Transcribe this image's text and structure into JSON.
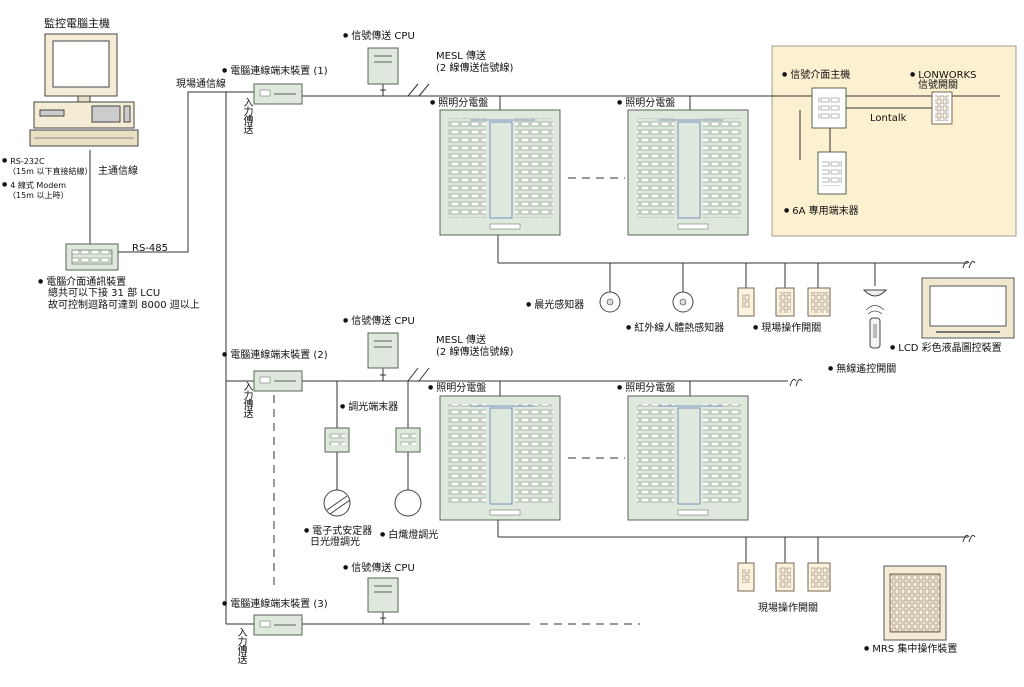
{
  "labels": {
    "host_title": "監控電腦主機",
    "rs232c": "RS-232C",
    "rs232c_note": "（15m 以下直接結線）",
    "modem": "4 線式 Modem",
    "modem_note": "（15m 以上時）",
    "main_comm_line": "主通信線",
    "rs485": "RS-485",
    "interface_title": "電腦介面通訊裝置",
    "interface_line2": "總共可以下接 31 部 LCU",
    "interface_line3": "故可控制迴路可達到 8000 迴以上",
    "field_comm_line": "現場通信線",
    "terminal_1": "電腦連線端末裝置 (1)",
    "terminal_2": "電腦連線端末裝置 (2)",
    "terminal_3": "電腦連線端末裝置 (3)",
    "input_transmit": "入力傳送",
    "signal_cpu": "信號傳送 CPU",
    "mesl_line1": "MESL 傳送",
    "mesl_line2": "(2 線傳送信號線)",
    "lighting_panel": "照明分電盤",
    "signal_interface_host": "信號介面主機",
    "lonworks_line1": "LONWORKS",
    "lonworks_line2": "信號開關",
    "lontalk": "Lontalk",
    "dedicated_6a": "6A 專用端末器",
    "daylight_sensor": "晨光感知器",
    "pir_sensor": "紅外線人體熱感知器",
    "field_switch": "現場操作開關",
    "wireless_remote": "無線遙控開關",
    "lcd_control": "LCD 彩色液晶圖控裝置",
    "dimmer_terminal": "調光端末器",
    "ballast_line1": "電子式安定器",
    "ballast_line2": "日光燈調光",
    "incandescent": "白熾燈調光",
    "mrs": "MRS 集中操作裝置"
  },
  "colors": {
    "line": "#333333",
    "equipment_fill": "#dfe8dc",
    "equipment_stroke": "#556655",
    "highlight_panel": "#fbf0cf",
    "wire_blue": "#5a7fb8"
  }
}
